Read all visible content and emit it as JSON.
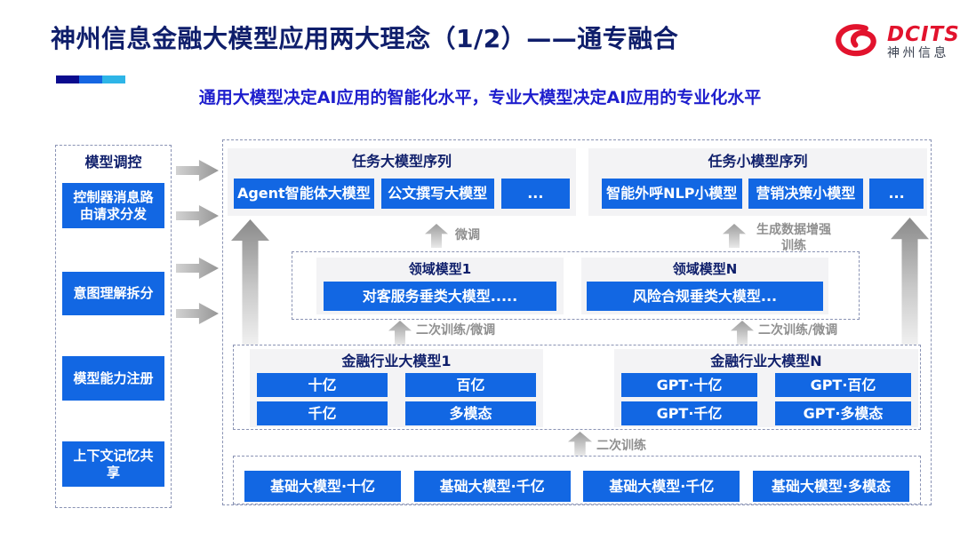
{
  "header": {
    "title": "神州信息金融大模型应用两大理念（1/2）——通专融合",
    "subtitle": "通用大模型决定AI应用的智能化水平，专业大模型决定AI应用的专业化水平",
    "logo_en": "DCITS",
    "logo_cn": "神州信息",
    "accent_colors": [
      "#0b0b8e",
      "#1566e2",
      "#2eb5e7"
    ]
  },
  "colors": {
    "button_blue": "#1267e3",
    "title_navy": "#0f1e6b",
    "subtitle_blue": "#1e1ecd",
    "logo_red": "#e2132d",
    "section_gray": "#f3f3f5",
    "arrow_gray": "#9d9d9d"
  },
  "sidebar": {
    "title": "模型调控",
    "items": [
      "控制器消息路由请求分发",
      "意图理解拆分",
      "模型能力注册",
      "上下文记忆共享"
    ]
  },
  "main": {
    "top_sections": [
      {
        "title": "任务大模型序列",
        "buttons": [
          "Agent智能体大模型",
          "公文撰写大模型",
          "..."
        ]
      },
      {
        "title": "任务小模型序列",
        "buttons": [
          "智能外呼NLP小模型",
          "营销决策小模型",
          "..."
        ]
      }
    ],
    "domain_box": {
      "sections": [
        {
          "title": "领域模型1",
          "button": "对客服务垂类大模型....."
        },
        {
          "title": "领域模型N",
          "button": "风险合规垂类大模型..."
        }
      ]
    },
    "industry_box": {
      "sections": [
        {
          "title": "金融行业大模型1",
          "buttons": [
            "十亿",
            "百亿",
            "千亿",
            "多模态"
          ]
        },
        {
          "title": "金融行业大模型N",
          "buttons": [
            "GPT·十亿",
            "GPT·百亿",
            "GPT·千亿",
            "GPT·多模态"
          ]
        }
      ]
    },
    "base_box": {
      "buttons": [
        "基础大模型·十亿",
        "基础大模型·千亿",
        "基础大模型·千亿",
        "基础大模型·多模态"
      ]
    },
    "arrow_labels": {
      "finetune": "微调",
      "augment": "生成数据增强训练",
      "retrain_finetune": "二次训练/微调",
      "retrain": "二次训练"
    }
  }
}
